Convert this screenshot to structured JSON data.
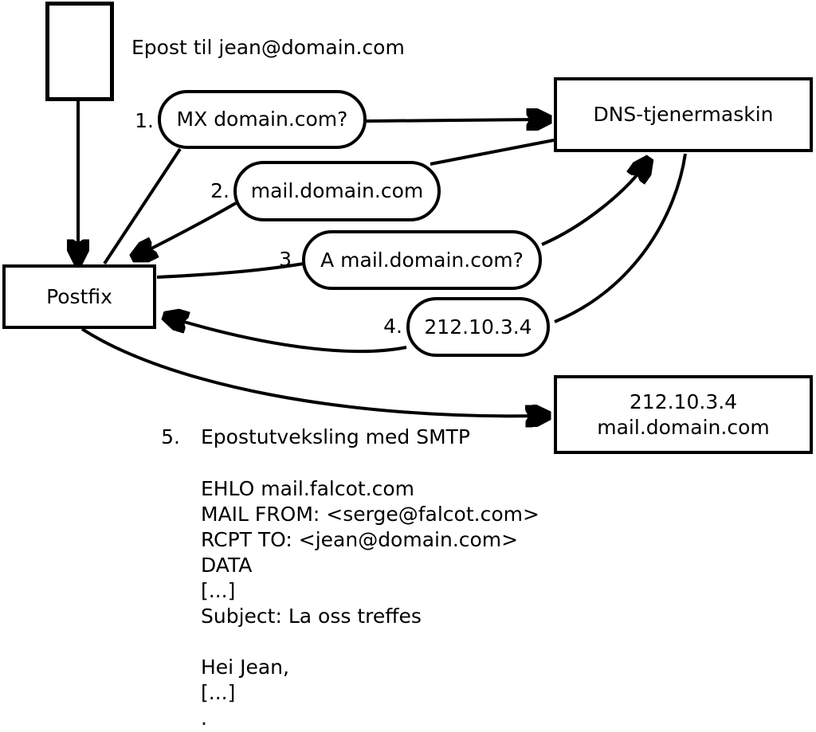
{
  "diagram": {
    "email_note": "Epost til jean@domain.com",
    "nodes": {
      "postfix": "Postfix",
      "dns_server": "DNS-tjenermaskin",
      "mail_server_ip": "212.10.3.4",
      "mail_server_host": "mail.domain.com"
    },
    "steps": [
      {
        "num": "1.",
        "label": "MX domain.com?"
      },
      {
        "num": "2.",
        "label": "mail.domain.com"
      },
      {
        "num": "3.",
        "label": "A mail.domain.com?"
      },
      {
        "num": "4.",
        "label": "212.10.3.4"
      },
      {
        "num": "5.",
        "label": "Epostutveksling med SMTP"
      }
    ],
    "smtp_session": "EHLO mail.falcot.com\nMAIL FROM: <serge@falcot.com>\nRCPT TO: <jean@domain.com>\nDATA\n[...]\nSubject: La oss treffes\n\nHei Jean,\n[...]\n.",
    "colors": {
      "stroke": "#000000",
      "background": "#ffffff"
    }
  }
}
